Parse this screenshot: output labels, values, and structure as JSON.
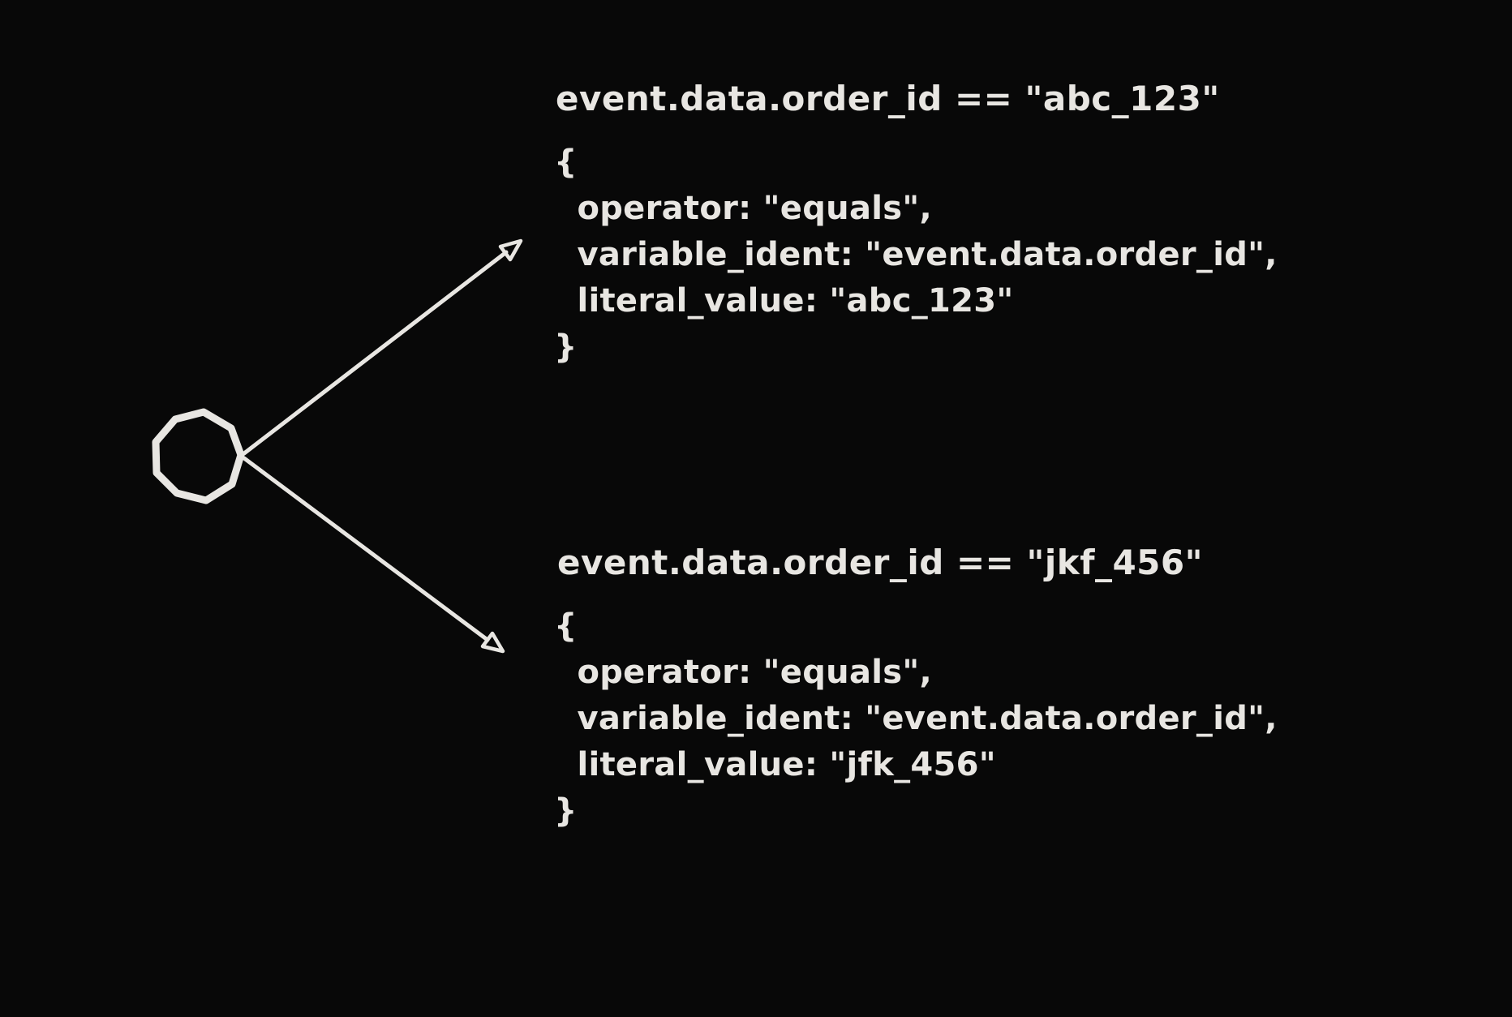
{
  "canvas": {
    "background": "#080808",
    "ink": "#e8e6e2",
    "style": "hand-drawn whiteboard diagram"
  },
  "node": {
    "shape": "circle",
    "label": ""
  },
  "branches": [
    {
      "title": "event.data.order_id == \"abc_123\"",
      "code_lines": [
        "{",
        "  operator: \"equals\",",
        "  variable_ident: \"event.data.order_id\",",
        "  literal_value: \"abc_123\"",
        "}"
      ]
    },
    {
      "title": "event.data.order_id == \"jkf_456\"",
      "code_lines": [
        "{",
        "  operator: \"equals\",",
        "  variable_ident: \"event.data.order_id\",",
        "  literal_value: \"jfk_456\"",
        "}"
      ]
    }
  ]
}
